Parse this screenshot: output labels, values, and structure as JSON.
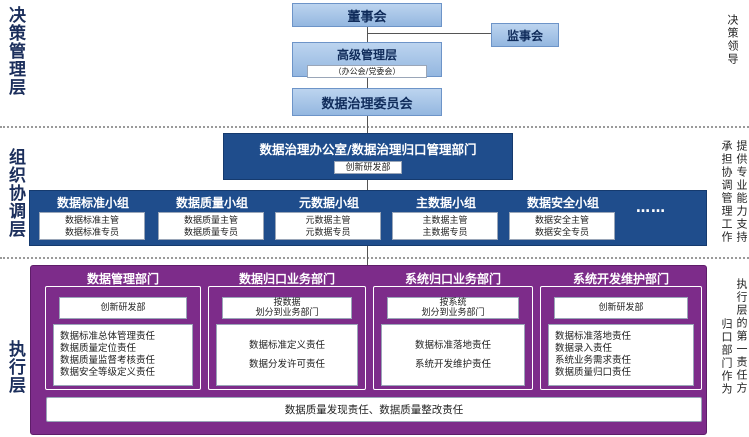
{
  "left_labels": {
    "decision": "决策管理层",
    "organization": "组织协调层",
    "execution": "执行层"
  },
  "right_labels": {
    "decision": "决策领导",
    "organization_col1": "提供专业能力支持",
    "organization_col2": "承担协调管理工作",
    "execution_col1": "执行层的第一责任方",
    "execution_col2": "归口部门作为"
  },
  "decision": {
    "board": "董事会",
    "supervisory": "监事会",
    "senior_mgmt": "高级管理层",
    "senior_mgmt_sub": "（办公会/党委会）",
    "committee": "数据治理委员会"
  },
  "organization": {
    "office": "数据治理办公室/数据治理归口管理部门",
    "office_sub": "创新研发部",
    "teams": [
      {
        "name": "数据标准小组",
        "roles": [
          "数据标准主管",
          "数据标准专员"
        ]
      },
      {
        "name": "数据质量小组",
        "roles": [
          "数据质量主管",
          "数据质量专员"
        ]
      },
      {
        "name": "元数据小组",
        "roles": [
          "元数据主管",
          "元数据专员"
        ]
      },
      {
        "name": "主数据小组",
        "roles": [
          "主数据主管",
          "主数据专员"
        ]
      },
      {
        "name": "数据安全小组",
        "roles": [
          "数据安全主管",
          "数据安全专员"
        ]
      }
    ],
    "more": "……"
  },
  "execution": {
    "depts": [
      {
        "name": "数据管理部门",
        "sub": [
          "创新研发部"
        ],
        "duties": [
          "数据标准总体管理责任",
          "数据质量定位责任",
          "数据质量监督考核责任",
          "数据安全等级定义责任"
        ]
      },
      {
        "name": "数据归口业务部门",
        "sub": [
          "按数据",
          "划分到业务部门"
        ],
        "duties": [
          "数据标准定义责任",
          "数据分发许可责任"
        ]
      },
      {
        "name": "系统归口业务部门",
        "sub": [
          "按系统",
          "划分到业务部门"
        ],
        "duties": [
          "数据标准落地责任",
          "系统开发维护责任"
        ]
      },
      {
        "name": "系统开发维护部门",
        "sub": [
          "创新研发部"
        ],
        "duties": [
          "数据标准落地责任",
          "数据录入责任",
          "系统业务需求责任",
          "数据质量归口责任"
        ]
      }
    ],
    "shared": "数据质量发现责任、数据质量整改责任"
  }
}
